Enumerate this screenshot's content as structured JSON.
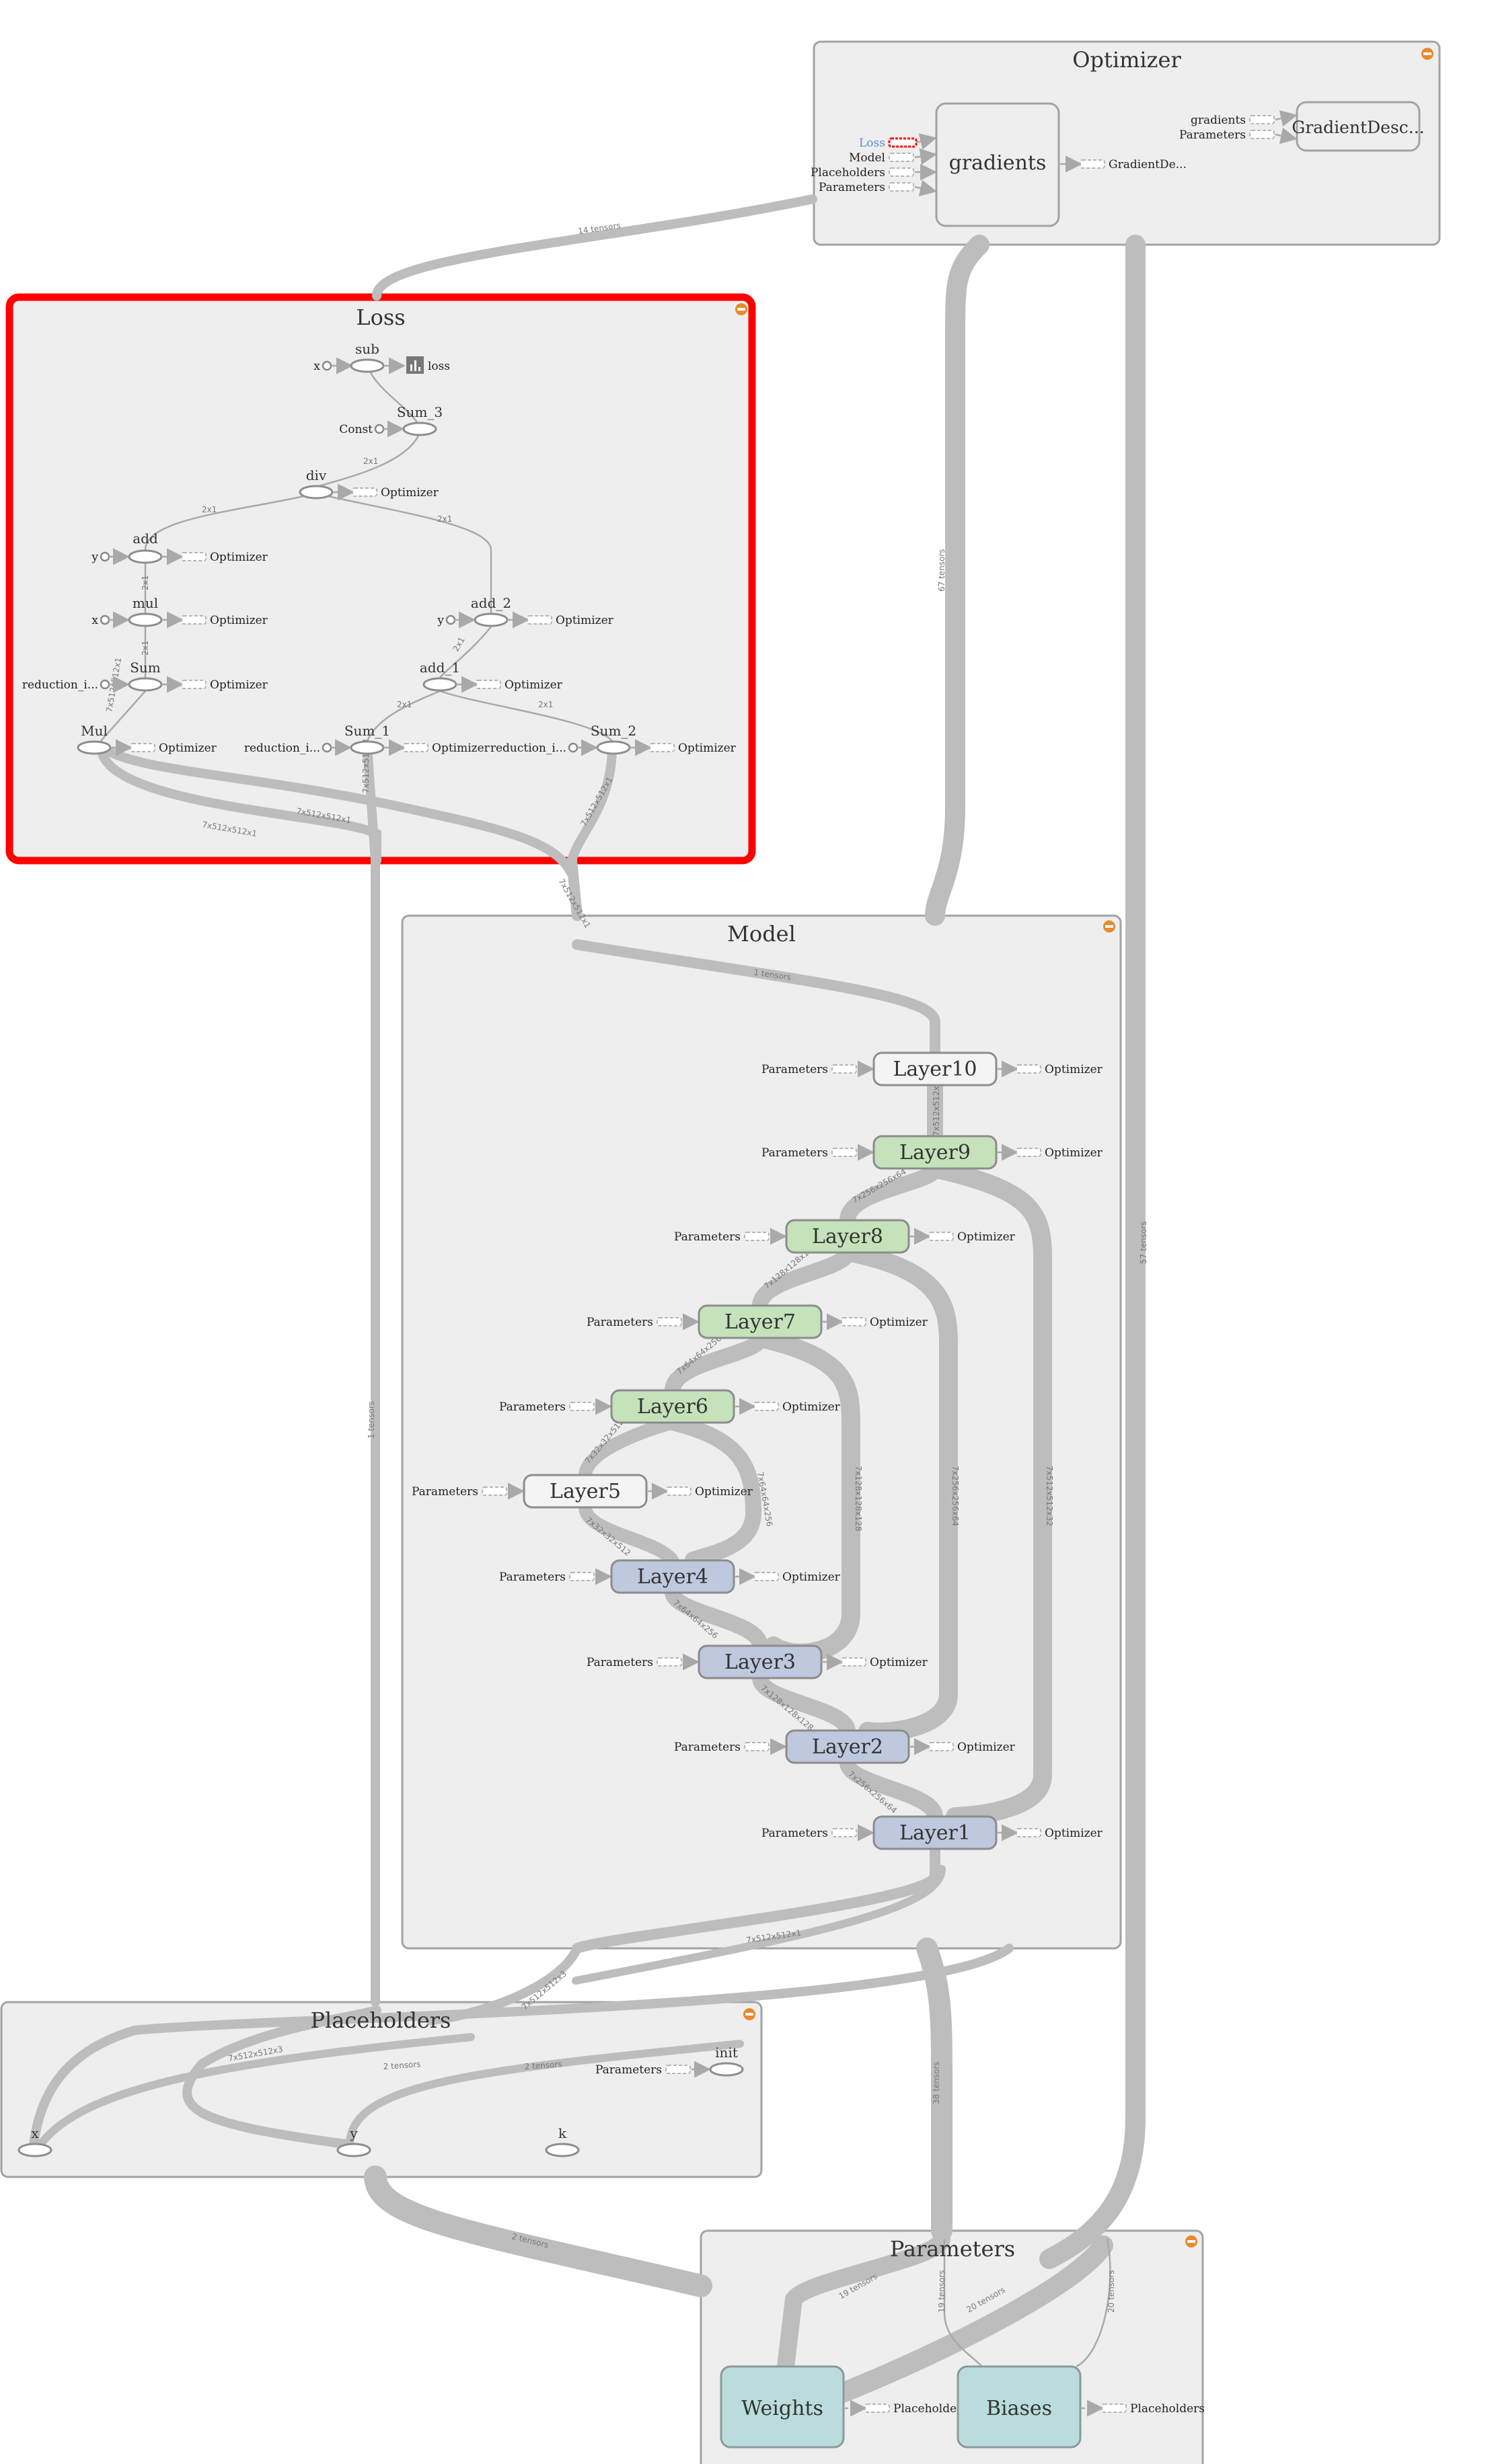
{
  "groups": {
    "optimizer": {
      "title": "Optimizer"
    },
    "loss": {
      "title": "Loss"
    },
    "model": {
      "title": "Model"
    },
    "placeholders": {
      "title": "Placeholders"
    },
    "parameters": {
      "title": "Parameters"
    }
  },
  "optimizer": {
    "inputs": [
      "Loss",
      "Model",
      "Placeholders",
      "Parameters"
    ],
    "gradients_label": "gradients",
    "gradients_out": "GradientDe...",
    "gd_inputs": [
      "gradients",
      "Parameters"
    ],
    "gd_label": "GradientDesc..."
  },
  "loss": {
    "ops": {
      "sub": "sub",
      "sum3": "Sum_3",
      "div": "div",
      "add": "add",
      "mul": "mul",
      "sum": "Sum",
      "mulop": "Mul",
      "add2": "add_2",
      "add1": "add_1",
      "sum1": "Sum_1",
      "sum2": "Sum_2",
      "loss": "loss"
    },
    "inputs": {
      "x": "x",
      "const": "Const",
      "y": "y",
      "x2": "x",
      "reduction": "reduction_i...",
      "y2": "y",
      "reduction2": "reduction_i...",
      "reduction3": "reduction_i..."
    },
    "out": "Optimizer"
  },
  "model": {
    "layers": [
      "Layer10",
      "Layer9",
      "Layer8",
      "Layer7",
      "Layer6",
      "Layer5",
      "Layer4",
      "Layer3",
      "Layer2",
      "Layer1"
    ],
    "param_label": "Parameters",
    "out_label": "Optimizer"
  },
  "placeholders": {
    "nodes": {
      "x": "x",
      "y": "y",
      "k": "k",
      "init": "init"
    },
    "param_label": "Parameters"
  },
  "parameters": {
    "weights": "Weights",
    "biases": "Biases",
    "out_label": "Placeholders"
  },
  "edges": {
    "opt_loss": "14 tensors",
    "opt_model": "67 tensors",
    "opt_params": "57 tensors",
    "loss_model": "1 tensors",
    "loss_ph": "1 tensors",
    "model_ph": "2 tensors",
    "ph_params": "2 tensors",
    "model_params": "38 tensors",
    "weights_in": "19 tensors",
    "biases_in": "19 tensors",
    "params_w": "20 tensors",
    "params_b": "20 tensors",
    "l10_l9": "7x512x512x3",
    "l9_l8": "7x256x256x64",
    "l8_l7": "7x128x128x128",
    "l7_l6": "7x64x64x256",
    "l6_l5": "7x32x32x512",
    "l6_l4": "7x64x64x256",
    "l5_l4": "7x32x32x512",
    "l4_l3": "7x64x64x256",
    "l3_l2": "7x128x128x128",
    "l2_l1": "7x256x256x64",
    "l9_l1": "7x512x512x32",
    "l8_l2": "7x256x256x64",
    "l7_l3": "7x128x128x128",
    "l1_out": "7x512x512x1",
    "mul_a": "7x512x512x1",
    "mul_b": "7x512x512x1",
    "sum1_a": "7x512x512x1",
    "sum2_a": "7x512x512x1",
    "ph_x": "7x512x512x3",
    "ph_y": "7x512x512x1",
    "scalar": "2x1"
  },
  "colors": {
    "encoder": "#bec8de",
    "decoder": "#c5e2bb",
    "plain": "#f4f4f4",
    "params": "#badcdc",
    "highlight": "#ff0000",
    "collapse": "#e98a2d",
    "link": "#5b8dd6"
  }
}
